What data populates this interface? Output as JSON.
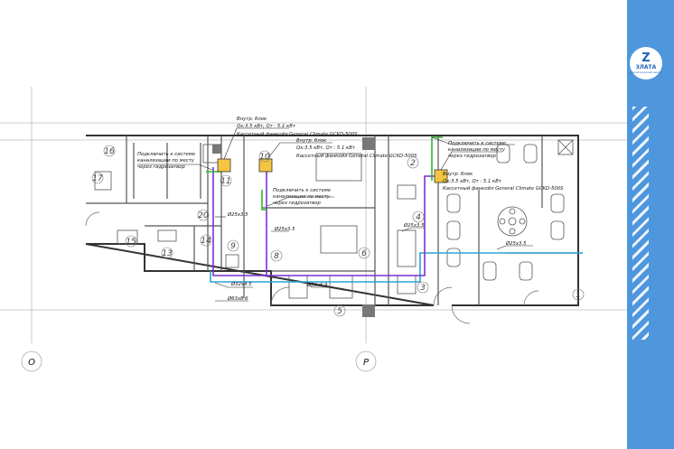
{
  "brand": {
    "name": "ЗЛАТА",
    "mark": "Z",
    "tagline": "климатический центр",
    "color": "#4f97dd"
  },
  "colors": {
    "refrigerant": "#7b2fd6",
    "drain": "#2aa5d0",
    "condenser_line": "#2fb52f",
    "unit_fill": "#f5c542"
  },
  "axes": [
    {
      "label": "О"
    },
    {
      "label": "Р"
    }
  ],
  "annotations": [
    {
      "id": "a1",
      "lines": [
        "Подключить к системе",
        "канализации по месту",
        "через гидрозатвор"
      ]
    },
    {
      "id": "a2",
      "lines": [
        "Внутр. блок",
        "Qх:3.5 кВт, Qт : 5.1 кВт",
        "Кассетный фанкойл General Climate GCKD-500S"
      ]
    },
    {
      "id": "a3",
      "lines": [
        "Внутр. блок",
        "Qх:3.5 кВт, Qт : 5.1 кВт",
        "Кассетный фанкойл General Climate GCKD-500S"
      ]
    },
    {
      "id": "a4",
      "lines": [
        "Подключить к системе",
        "канализации по месту",
        "через гидрозатвор"
      ]
    },
    {
      "id": "a5",
      "lines": [
        "Подключить к системе",
        "канализации по месту",
        "через гидрозатвор"
      ]
    },
    {
      "id": "a6",
      "lines": [
        "Внутр. блок",
        "Qх:3.5 кВт, Qт : 5.1 кВт",
        "Кассетный фанкойл General Climate GCKD-500S"
      ]
    }
  ],
  "pipe_labels": [
    {
      "id": "p1",
      "text": "Ø25x3.5"
    },
    {
      "id": "p2",
      "text": "Ø25x3.5"
    },
    {
      "id": "p3",
      "text": "Ø32x4.5"
    },
    {
      "id": "p4",
      "text": "Ø63x8.6"
    },
    {
      "id": "p5",
      "text": "Ø50x6.9"
    },
    {
      "id": "p6",
      "text": "Ø25x3.5"
    },
    {
      "id": "p7",
      "text": "Ø25x3.5"
    }
  ],
  "rooms": [
    {
      "id": "r16",
      "num": "16"
    },
    {
      "id": "r17",
      "num": "17"
    },
    {
      "id": "r11",
      "num": "11"
    },
    {
      "id": "r10",
      "num": "10"
    },
    {
      "id": "r20",
      "num": "20"
    },
    {
      "id": "r15",
      "num": "15"
    },
    {
      "id": "r14",
      "num": "14"
    },
    {
      "id": "r13",
      "num": "13"
    },
    {
      "id": "r9",
      "num": "9"
    },
    {
      "id": "r8",
      "num": "8"
    },
    {
      "id": "r6",
      "num": "6"
    },
    {
      "id": "r5",
      "num": "5"
    },
    {
      "id": "r4",
      "num": "4"
    },
    {
      "id": "r3",
      "num": "3"
    },
    {
      "id": "r2",
      "num": "2"
    },
    {
      "id": "r1",
      "num": "1"
    }
  ]
}
